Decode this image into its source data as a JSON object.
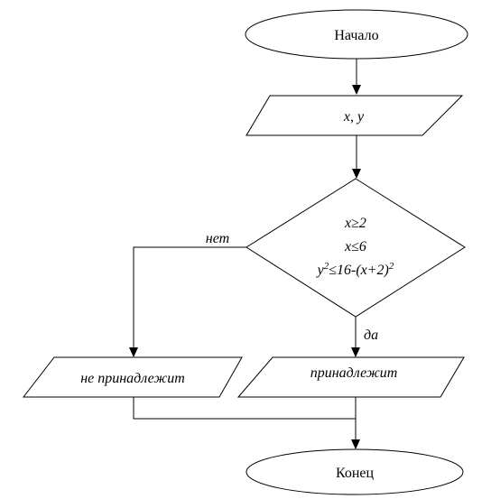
{
  "flowchart": {
    "start": {
      "label": "Начало"
    },
    "input": {
      "label": "x, y"
    },
    "decision": {
      "line1": "x≥2",
      "line2": "x≤6",
      "line3": {
        "part1": "y",
        "exp1": "2",
        "part2": "≤16-(x+2)",
        "exp2": "2"
      }
    },
    "branch_no": {
      "label": "нет"
    },
    "branch_yes": {
      "label": "да"
    },
    "output_no": {
      "label": "не принадлежит"
    },
    "output_yes": {
      "label": "принадлежит"
    },
    "end": {
      "label": "Конец"
    }
  },
  "colors": {
    "stroke": "#000000",
    "fill": "#ffffff",
    "text": "#000000"
  }
}
